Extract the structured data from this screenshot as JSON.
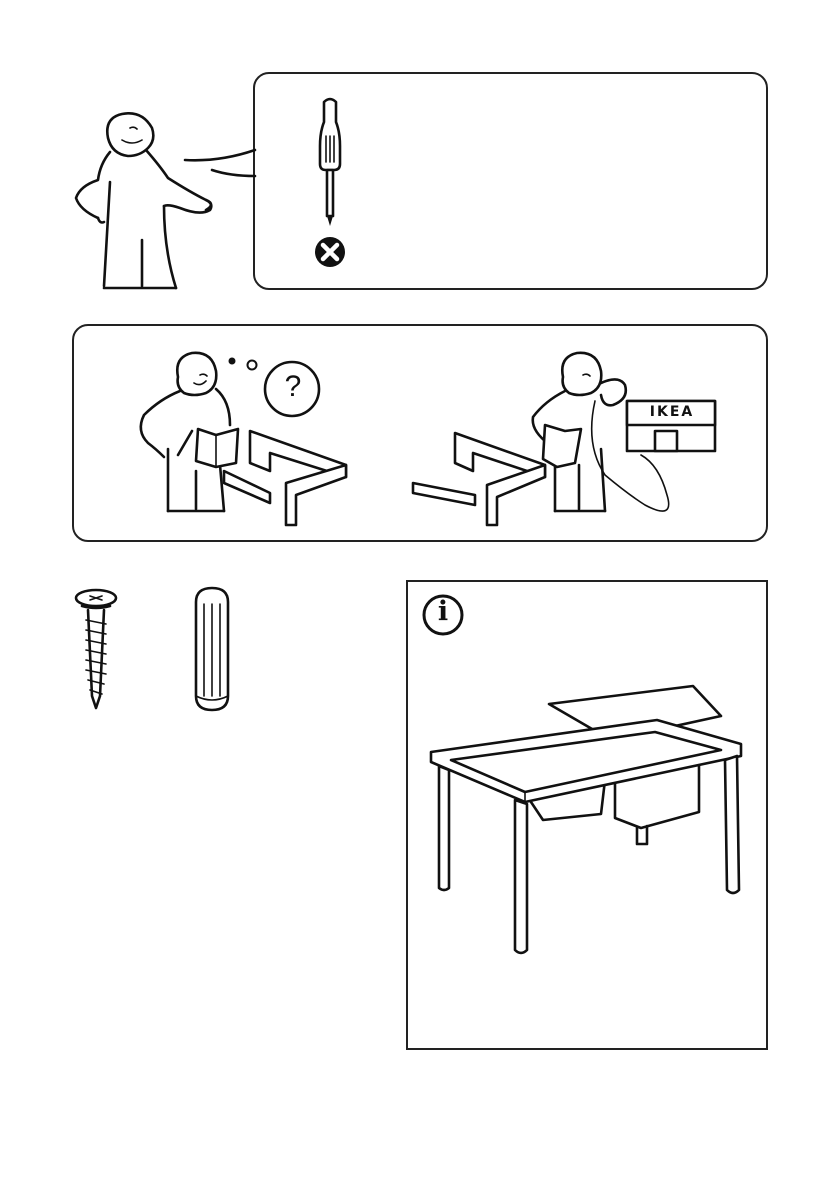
{
  "page": {
    "brand_sign": "IKEA",
    "help_symbol": "?",
    "info_symbol": "i"
  },
  "panels": {
    "tool_notice": {
      "tool": "screwdriver-icon",
      "status": "not-allowed-icon"
    },
    "help_notice": {
      "scene_1": "confused-person",
      "scene_2": "calling-store"
    },
    "parts": [
      "screw-icon",
      "wooden-dowel-icon"
    ],
    "info_box": {
      "icon": "info-icon",
      "illustration": "childrens-table-with-storage-bins"
    }
  }
}
